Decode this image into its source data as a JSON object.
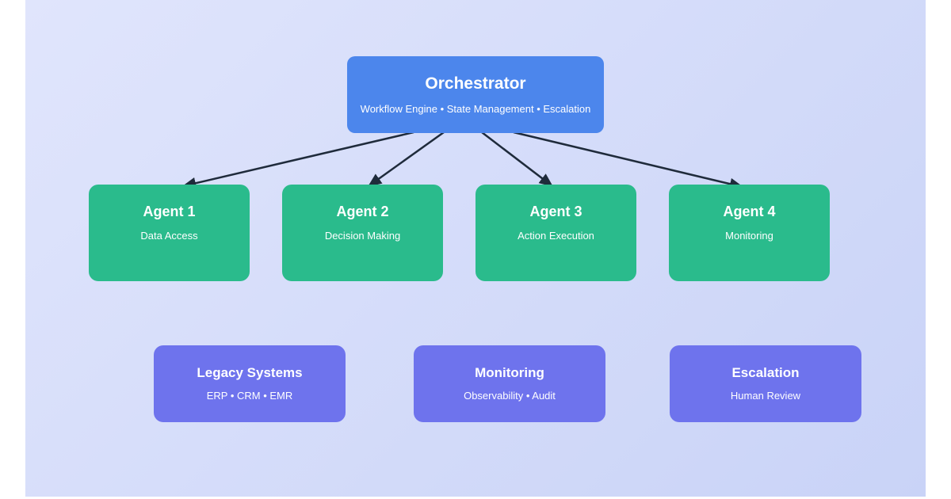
{
  "colors": {
    "gradient_start": "#e0e5fc",
    "gradient_end": "#c9d3f7",
    "orchestrator": "#4c86ec",
    "agent": "#2abb8c",
    "system": "#6e73ed",
    "arrow": "#1f2b3b",
    "text": "#ffffff"
  },
  "orchestrator": {
    "title": "Orchestrator",
    "subtitle": "Workflow Engine • State Management • Escalation"
  },
  "agents": [
    {
      "title": "Agent 1",
      "subtitle": "Data Access"
    },
    {
      "title": "Agent 2",
      "subtitle": "Decision Making"
    },
    {
      "title": "Agent 3",
      "subtitle": "Action Execution"
    },
    {
      "title": "Agent 4",
      "subtitle": "Monitoring"
    }
  ],
  "systems": [
    {
      "title": "Legacy Systems",
      "subtitle": "ERP • CRM • EMR"
    },
    {
      "title": "Monitoring",
      "subtitle": "Observability • Audit"
    },
    {
      "title": "Escalation",
      "subtitle": "Human Review"
    }
  ]
}
